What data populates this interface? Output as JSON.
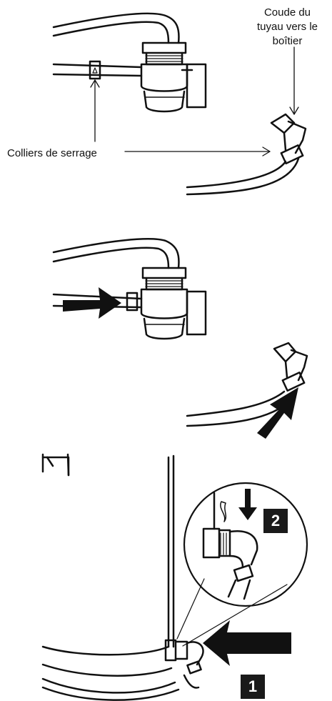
{
  "step1": {
    "label_elbow_line1": "Coude du",
    "label_elbow_line2": "tuyau vers le",
    "label_elbow_line3": "boîtier",
    "label_clamps": "Colliers de serrage"
  },
  "step3": {
    "badge_1": "1",
    "badge_2": "2"
  },
  "colors": {
    "ink": "#111111",
    "badge_bg": "#1a1a1a",
    "badge_text": "#ffffff"
  },
  "icons": [
    "faucet-adapter",
    "tube-elbow",
    "push-arrow",
    "down-arrow",
    "canister"
  ]
}
